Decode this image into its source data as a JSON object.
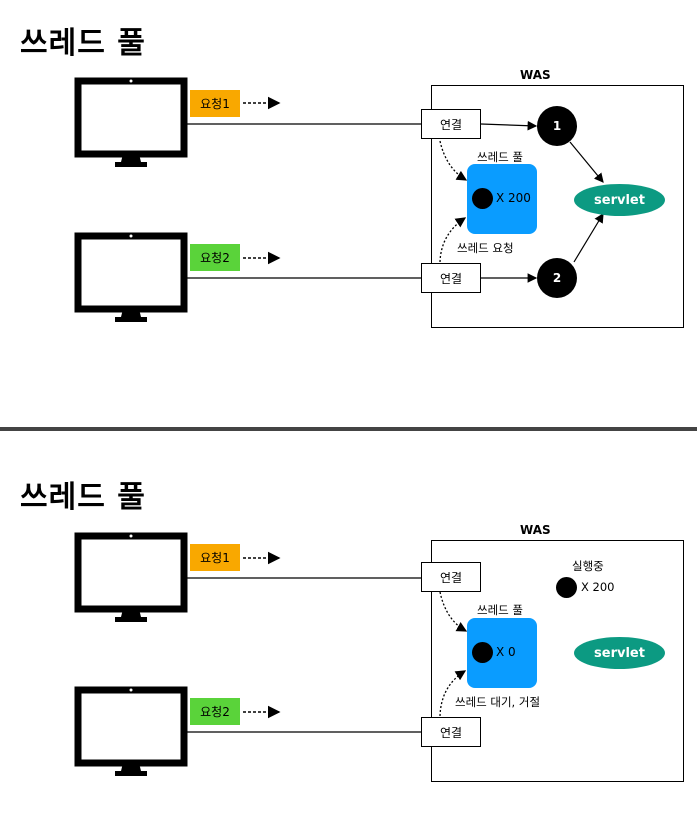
{
  "top": {
    "title": "쓰레드 풀",
    "was_label": "WAS",
    "request1": {
      "label": "요청1",
      "color": "#f9a800"
    },
    "request2": {
      "label": "요청2",
      "color": "#5ad33a"
    },
    "connection1": "연결",
    "connection2": "연결",
    "pool_label": "쓰레드 풀",
    "pool_count": "X 200",
    "pool_color": "#0a9cff",
    "thread_request_label": "쓰레드 요청",
    "thread1": "1",
    "thread2": "2",
    "servlet": "servlet",
    "servlet_color": "#0c9a82"
  },
  "bottom": {
    "title": "쓰레드 풀",
    "was_label": "WAS",
    "request1": {
      "label": "요청1",
      "color": "#f9a800"
    },
    "request2": {
      "label": "요청2",
      "color": "#5ad33a"
    },
    "connection1": "연결",
    "connection2": "연결",
    "pool_label": "쓰레드 풀",
    "pool_count": "X 0",
    "running_label": "실행중",
    "running_count": "X 200",
    "wait_label": "쓰레드 대기, 거절",
    "servlet": "servlet"
  }
}
